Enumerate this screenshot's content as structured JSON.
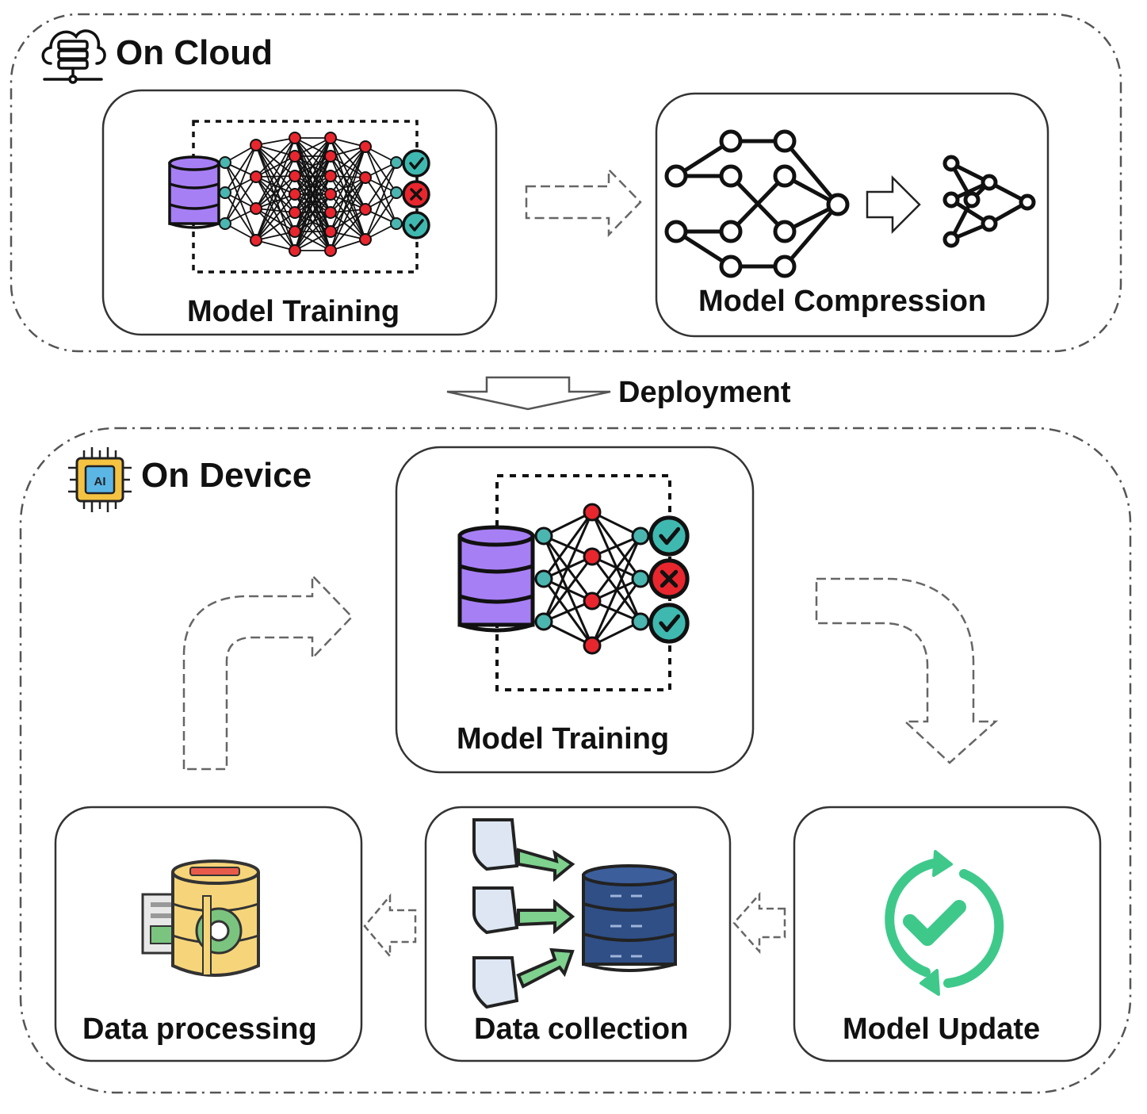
{
  "sections": {
    "cloud": {
      "title": "On Cloud",
      "icon": "cloud-server-icon"
    },
    "device": {
      "title": "On Device",
      "icon": "ai-chip-icon"
    }
  },
  "boxes": {
    "cloud_training": {
      "label": "Model Training",
      "icon": "neural-network-icon"
    },
    "compression": {
      "label": "Model Compression",
      "icon": "network-pruning-icon"
    },
    "device_training": {
      "label": "Model Training",
      "icon": "small-neural-network-icon"
    },
    "data_processing": {
      "label": "Data processing",
      "icon": "database-gear-icon"
    },
    "data_collection": {
      "label": "Data collection",
      "icon": "documents-to-database-icon"
    },
    "model_update": {
      "label": "Model Update",
      "icon": "refresh-check-icon"
    }
  },
  "edges": {
    "deployment": {
      "label": "Deployment"
    }
  },
  "colors": {
    "node_red": "#e8262e",
    "node_teal": "#4bb5b0",
    "db_purple": "#a77ff5",
    "check_teal": "#3fb9b0",
    "cross_red": "#e8262e",
    "update_green": "#3ec98b",
    "db_blue": "#2f4f86",
    "db_yellow": "#f6d57a"
  }
}
